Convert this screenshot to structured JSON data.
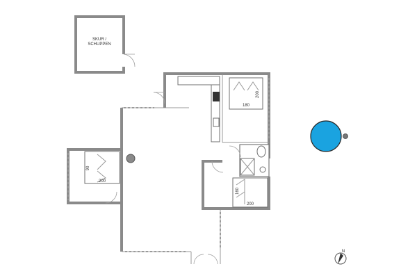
{
  "shed": {
    "label_line1": "SKUR /",
    "label_line2": "SCHUPPEN"
  },
  "beds": {
    "master": "180",
    "master_length": "200",
    "left_width": "90",
    "left_length": "200",
    "bottom_width": "160",
    "bottom_length": "200"
  },
  "compass": {
    "north_label": "N"
  },
  "colors": {
    "pool": "#1aa3e0",
    "wall": "#8a8a8a"
  }
}
